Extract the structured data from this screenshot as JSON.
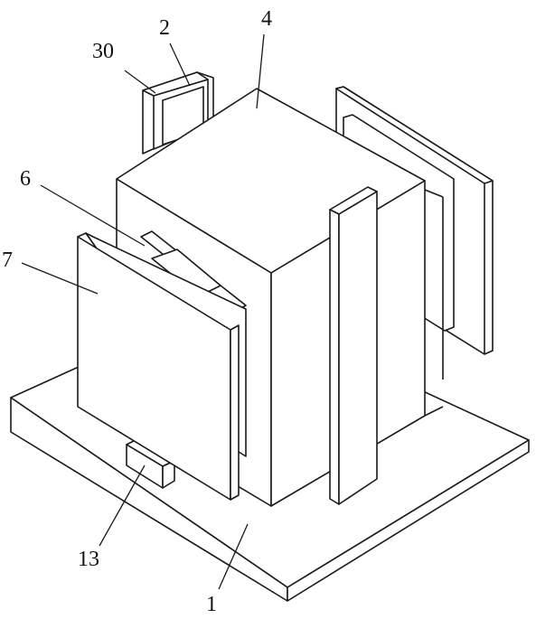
{
  "labels": {
    "l30": "30",
    "l2": "2",
    "l4": "4",
    "l6": "6",
    "l7": "7",
    "l13": "13",
    "l1": "1"
  },
  "colors": {
    "line": "#1a1a1a",
    "fill": "#ffffff"
  }
}
